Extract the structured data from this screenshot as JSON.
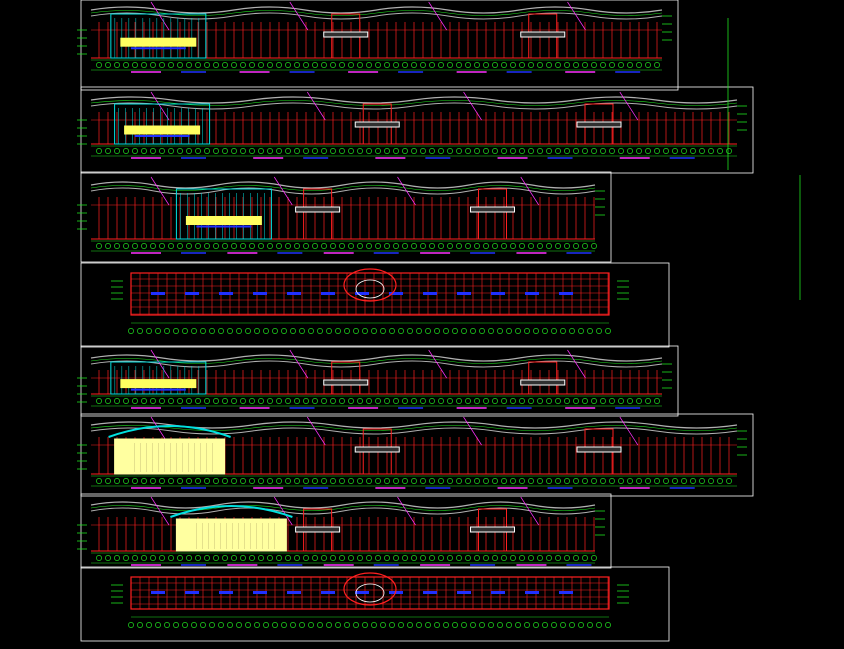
{
  "app": {
    "title": "",
    "view": "model-space"
  },
  "colors": {
    "background": "#000000",
    "frame": "#ffffff",
    "roof": "#b0b0b0",
    "columns": "#ff2020",
    "grid_green": "#20e020",
    "dims": "#00ff40",
    "magenta": "#ff30ff",
    "cyan": "#00e0e0",
    "blue": "#2030ff",
    "yellow": "#ffff60",
    "pale_yellow": "#ffffa0"
  },
  "sheets": [
    {
      "id": "elev-1",
      "type": "elevation",
      "title": "",
      "yellow_block": false,
      "lobby": "mixed"
    },
    {
      "id": "elev-2",
      "type": "elevation",
      "title": "",
      "yellow_block": false,
      "lobby": "cyan"
    },
    {
      "id": "elev-3",
      "type": "elevation",
      "title": "",
      "yellow_block": false,
      "lobby": "cyan"
    },
    {
      "id": "plan-1",
      "type": "plan",
      "title": ""
    },
    {
      "id": "elev-4",
      "type": "elevation",
      "title": "",
      "yellow_block": false,
      "lobby": "mixed"
    },
    {
      "id": "elev-5",
      "type": "elevation",
      "title": "",
      "yellow_block": true,
      "lobby": "yellow"
    },
    {
      "id": "elev-6",
      "type": "elevation",
      "title": "",
      "yellow_block": true,
      "lobby": "yellow"
    },
    {
      "id": "plan-2",
      "type": "plan",
      "title": ""
    }
  ]
}
